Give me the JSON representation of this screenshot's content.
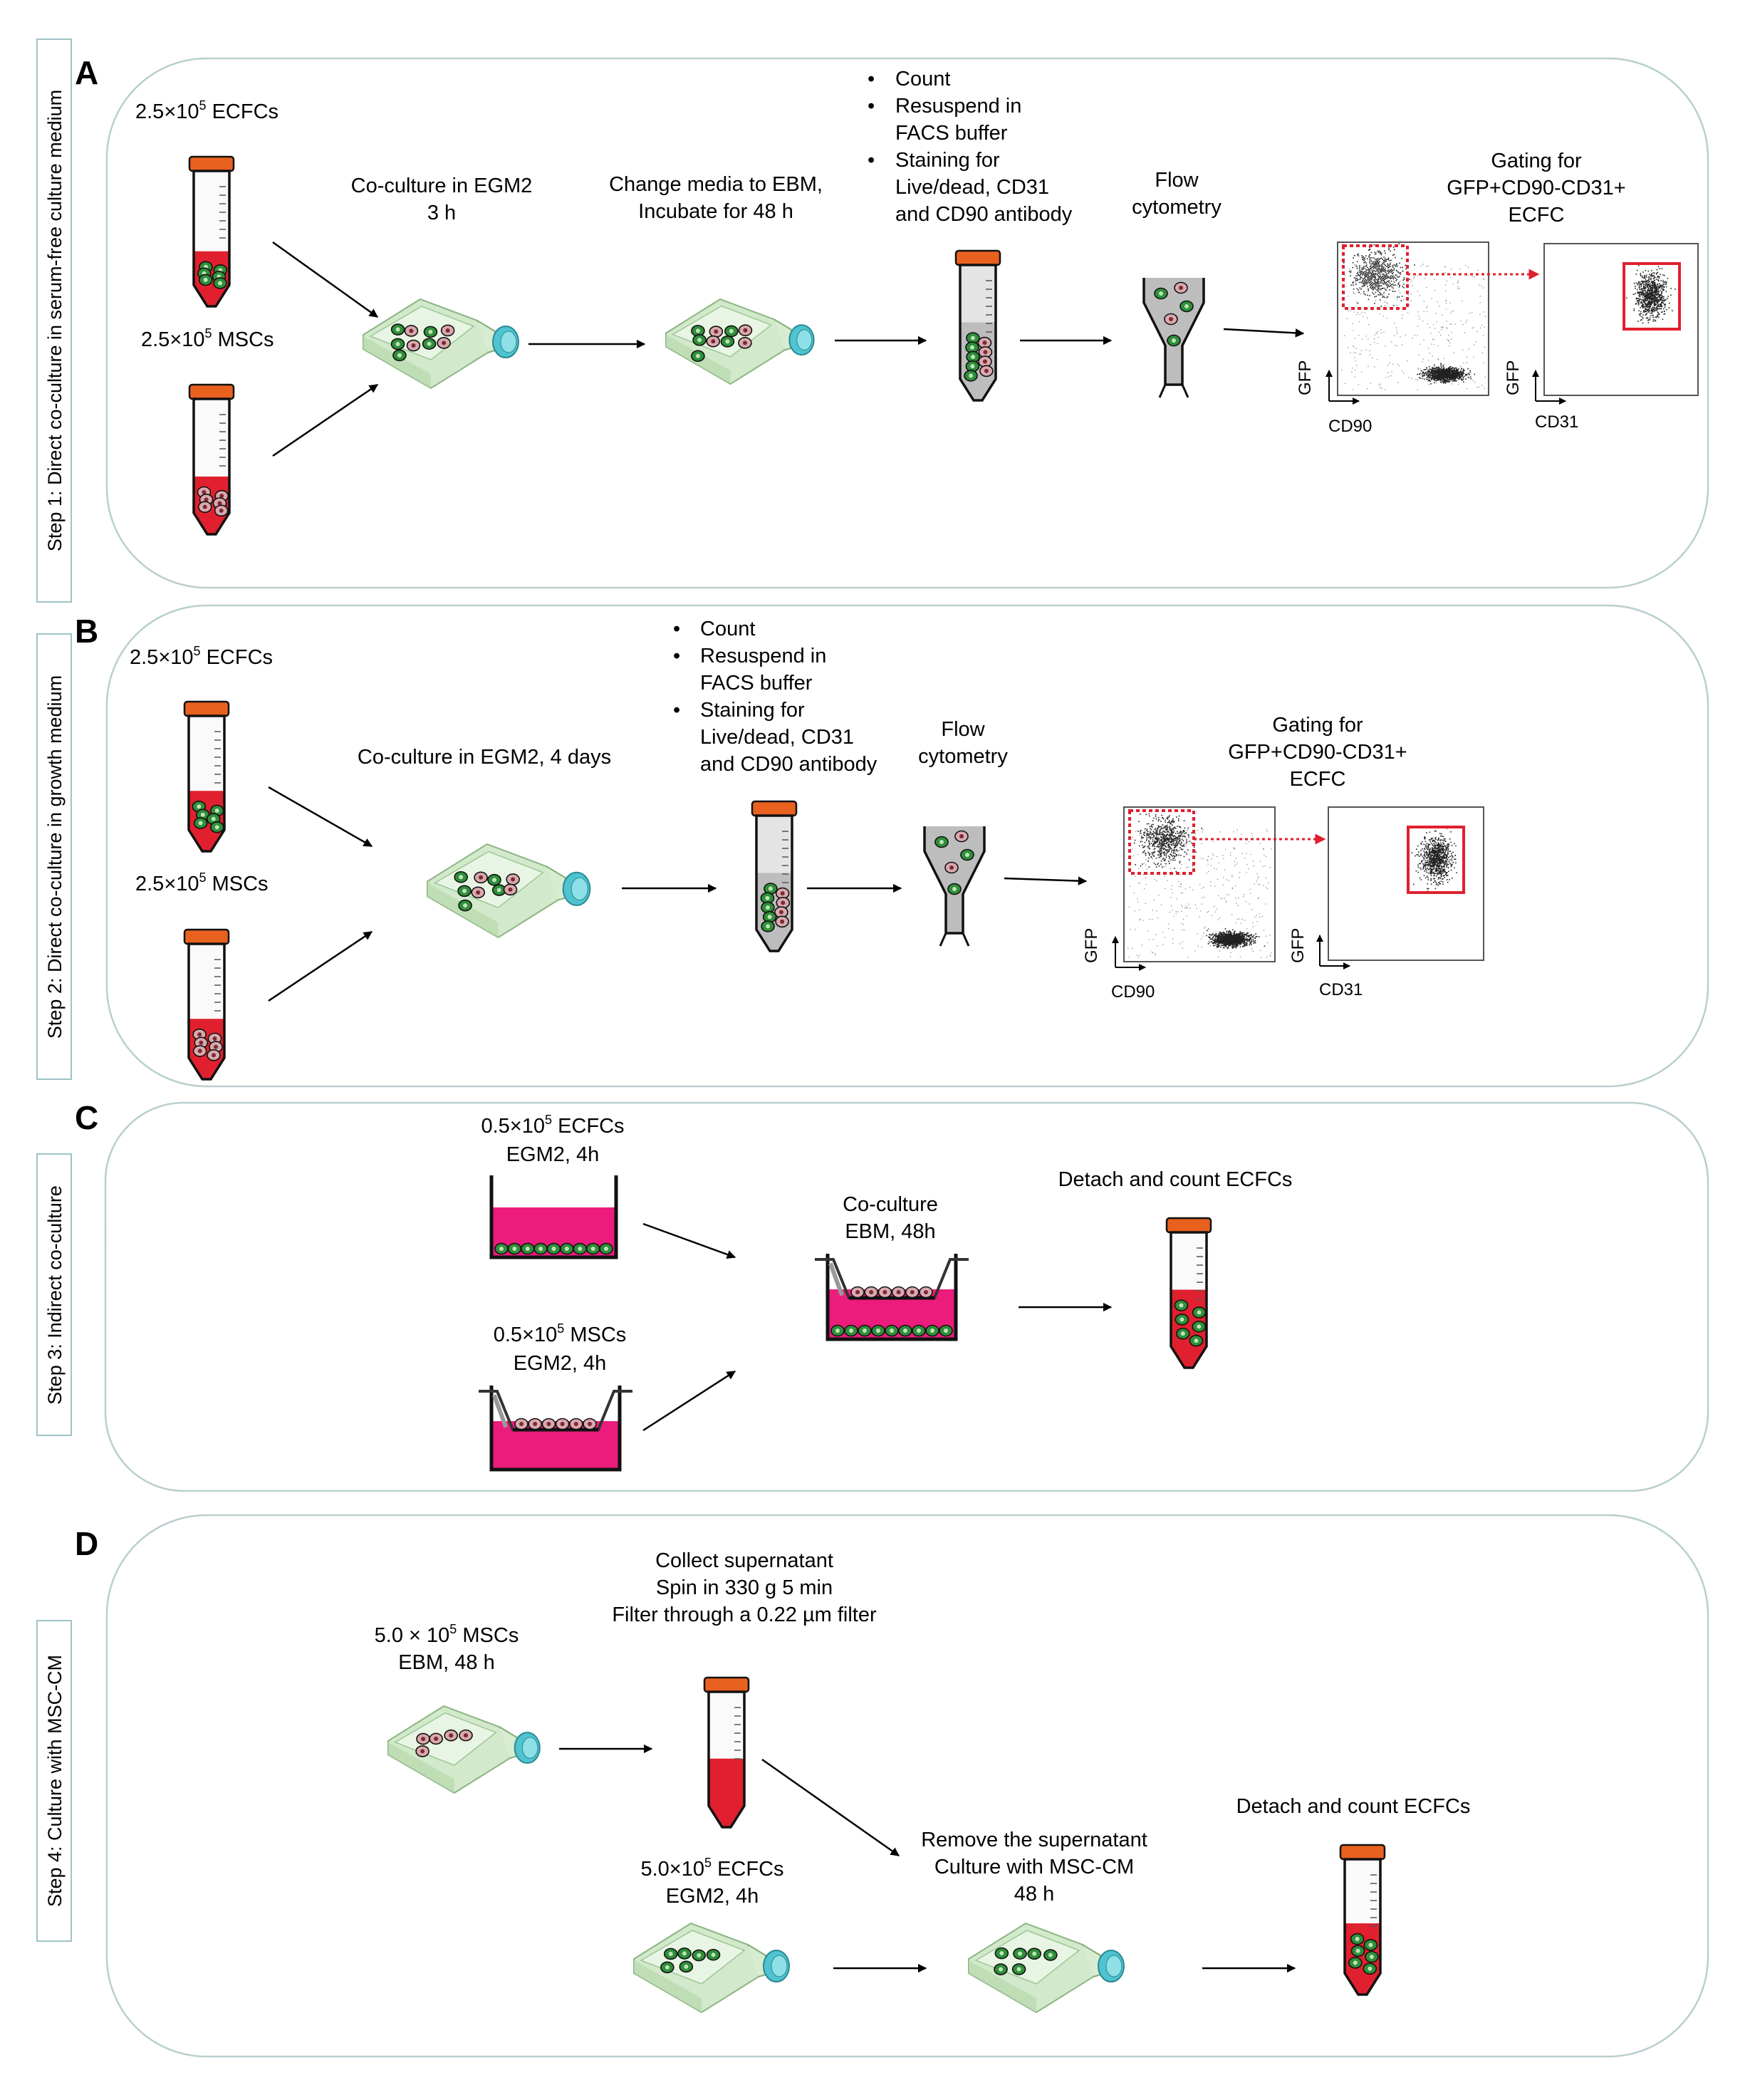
{
  "colors": {
    "panel_border": "#b9cfcf",
    "tube_red": "#e0202e",
    "tube_cap": "#e8611f",
    "ecfc_green": "#2f8f3a",
    "msc_pink": "#d9a9ae",
    "magenta_medium": "#ec1c7c",
    "flask_green": "#cfe7c6",
    "flask_cap": "#4fc3cf",
    "gate_red": "#e0202e",
    "funnel_grey": "#bdbdbd"
  },
  "panels": [
    {
      "letter": "A",
      "step_label": "Step 1: Direct co-culture in serum-free culture medium",
      "ecfc_input": {
        "pre": "2.5×10",
        "exp": "5",
        "post": " ECFCs"
      },
      "msc_input": {
        "pre": "2.5×10",
        "exp": "5",
        "post": " MSCs"
      },
      "coculture": [
        "Co-culture in EGM2",
        "3 h"
      ],
      "change": [
        "Change media to EBM,",
        "Incubate for 48 h"
      ],
      "bullets": [
        [
          "Count"
        ],
        [
          "Resuspend in",
          "FACS buffer"
        ],
        [
          "Staining for",
          "Live/dead,  CD31",
          "and CD90 antibody"
        ]
      ],
      "flow": [
        "Flow",
        "cytometry"
      ],
      "gating": [
        "Gating for",
        "GFP+CD90-CD31+",
        "ECFC"
      ],
      "plot1": {
        "y": "GFP",
        "x": "CD90"
      },
      "plot2": {
        "y": "GFP",
        "x": "CD31"
      }
    },
    {
      "letter": "B",
      "step_label": "Step 2: Direct co-culture in growth medium",
      "ecfc_input": {
        "pre": "2.5×10",
        "exp": "5",
        "post": " ECFCs"
      },
      "msc_input": {
        "pre": "2.5×10",
        "exp": "5",
        "post": " MSCs"
      },
      "coculture": [
        "Co-culture in EGM2, 4 days"
      ],
      "bullets": [
        [
          "Count"
        ],
        [
          "Resuspend in",
          "FACS buffer"
        ],
        [
          "Staining for",
          "Live/dead,  CD31",
          "and CD90 antibody"
        ]
      ],
      "flow": [
        "Flow",
        "cytometry"
      ],
      "gating": [
        "Gating for",
        "GFP+CD90-CD31+",
        "ECFC"
      ],
      "plot1": {
        "y": "GFP",
        "x": "CD90"
      },
      "plot2": {
        "y": "GFP",
        "x": "CD31"
      }
    },
    {
      "letter": "C",
      "step_label": "Step 3: Indirect co-culture",
      "ecfc_input": {
        "pre": "0.5×10",
        "exp": "5",
        "post": " ECFCs",
        "line2": "EGM2, 4h"
      },
      "msc_input": {
        "pre": "0.5×10",
        "exp": "5",
        "post": " MSCs",
        "line2": "EGM2, 4h"
      },
      "coculture": [
        "Co-culture",
        "EBM, 48h"
      ],
      "detach": "Detach and count ECFCs"
    },
    {
      "letter": "D",
      "step_label": "Step 4: Culture with MSC-CM",
      "msc_input": {
        "pre": "5.0 × 10",
        "exp": "5",
        "post": " MSCs",
        "line2": "EBM, 48 h"
      },
      "collect": [
        "Collect supernatant",
        "Spin in 330 g 5 min",
        "Filter through a 0.22 µm filter"
      ],
      "ecfc_input": {
        "pre": "5.0×10",
        "exp": "5",
        "post": " ECFCs",
        "line2": "EGM2, 4h"
      },
      "remove": [
        "Remove the supernatant",
        "Culture with MSC-CM",
        "48 h"
      ],
      "detach": "Detach and count ECFCs"
    }
  ]
}
